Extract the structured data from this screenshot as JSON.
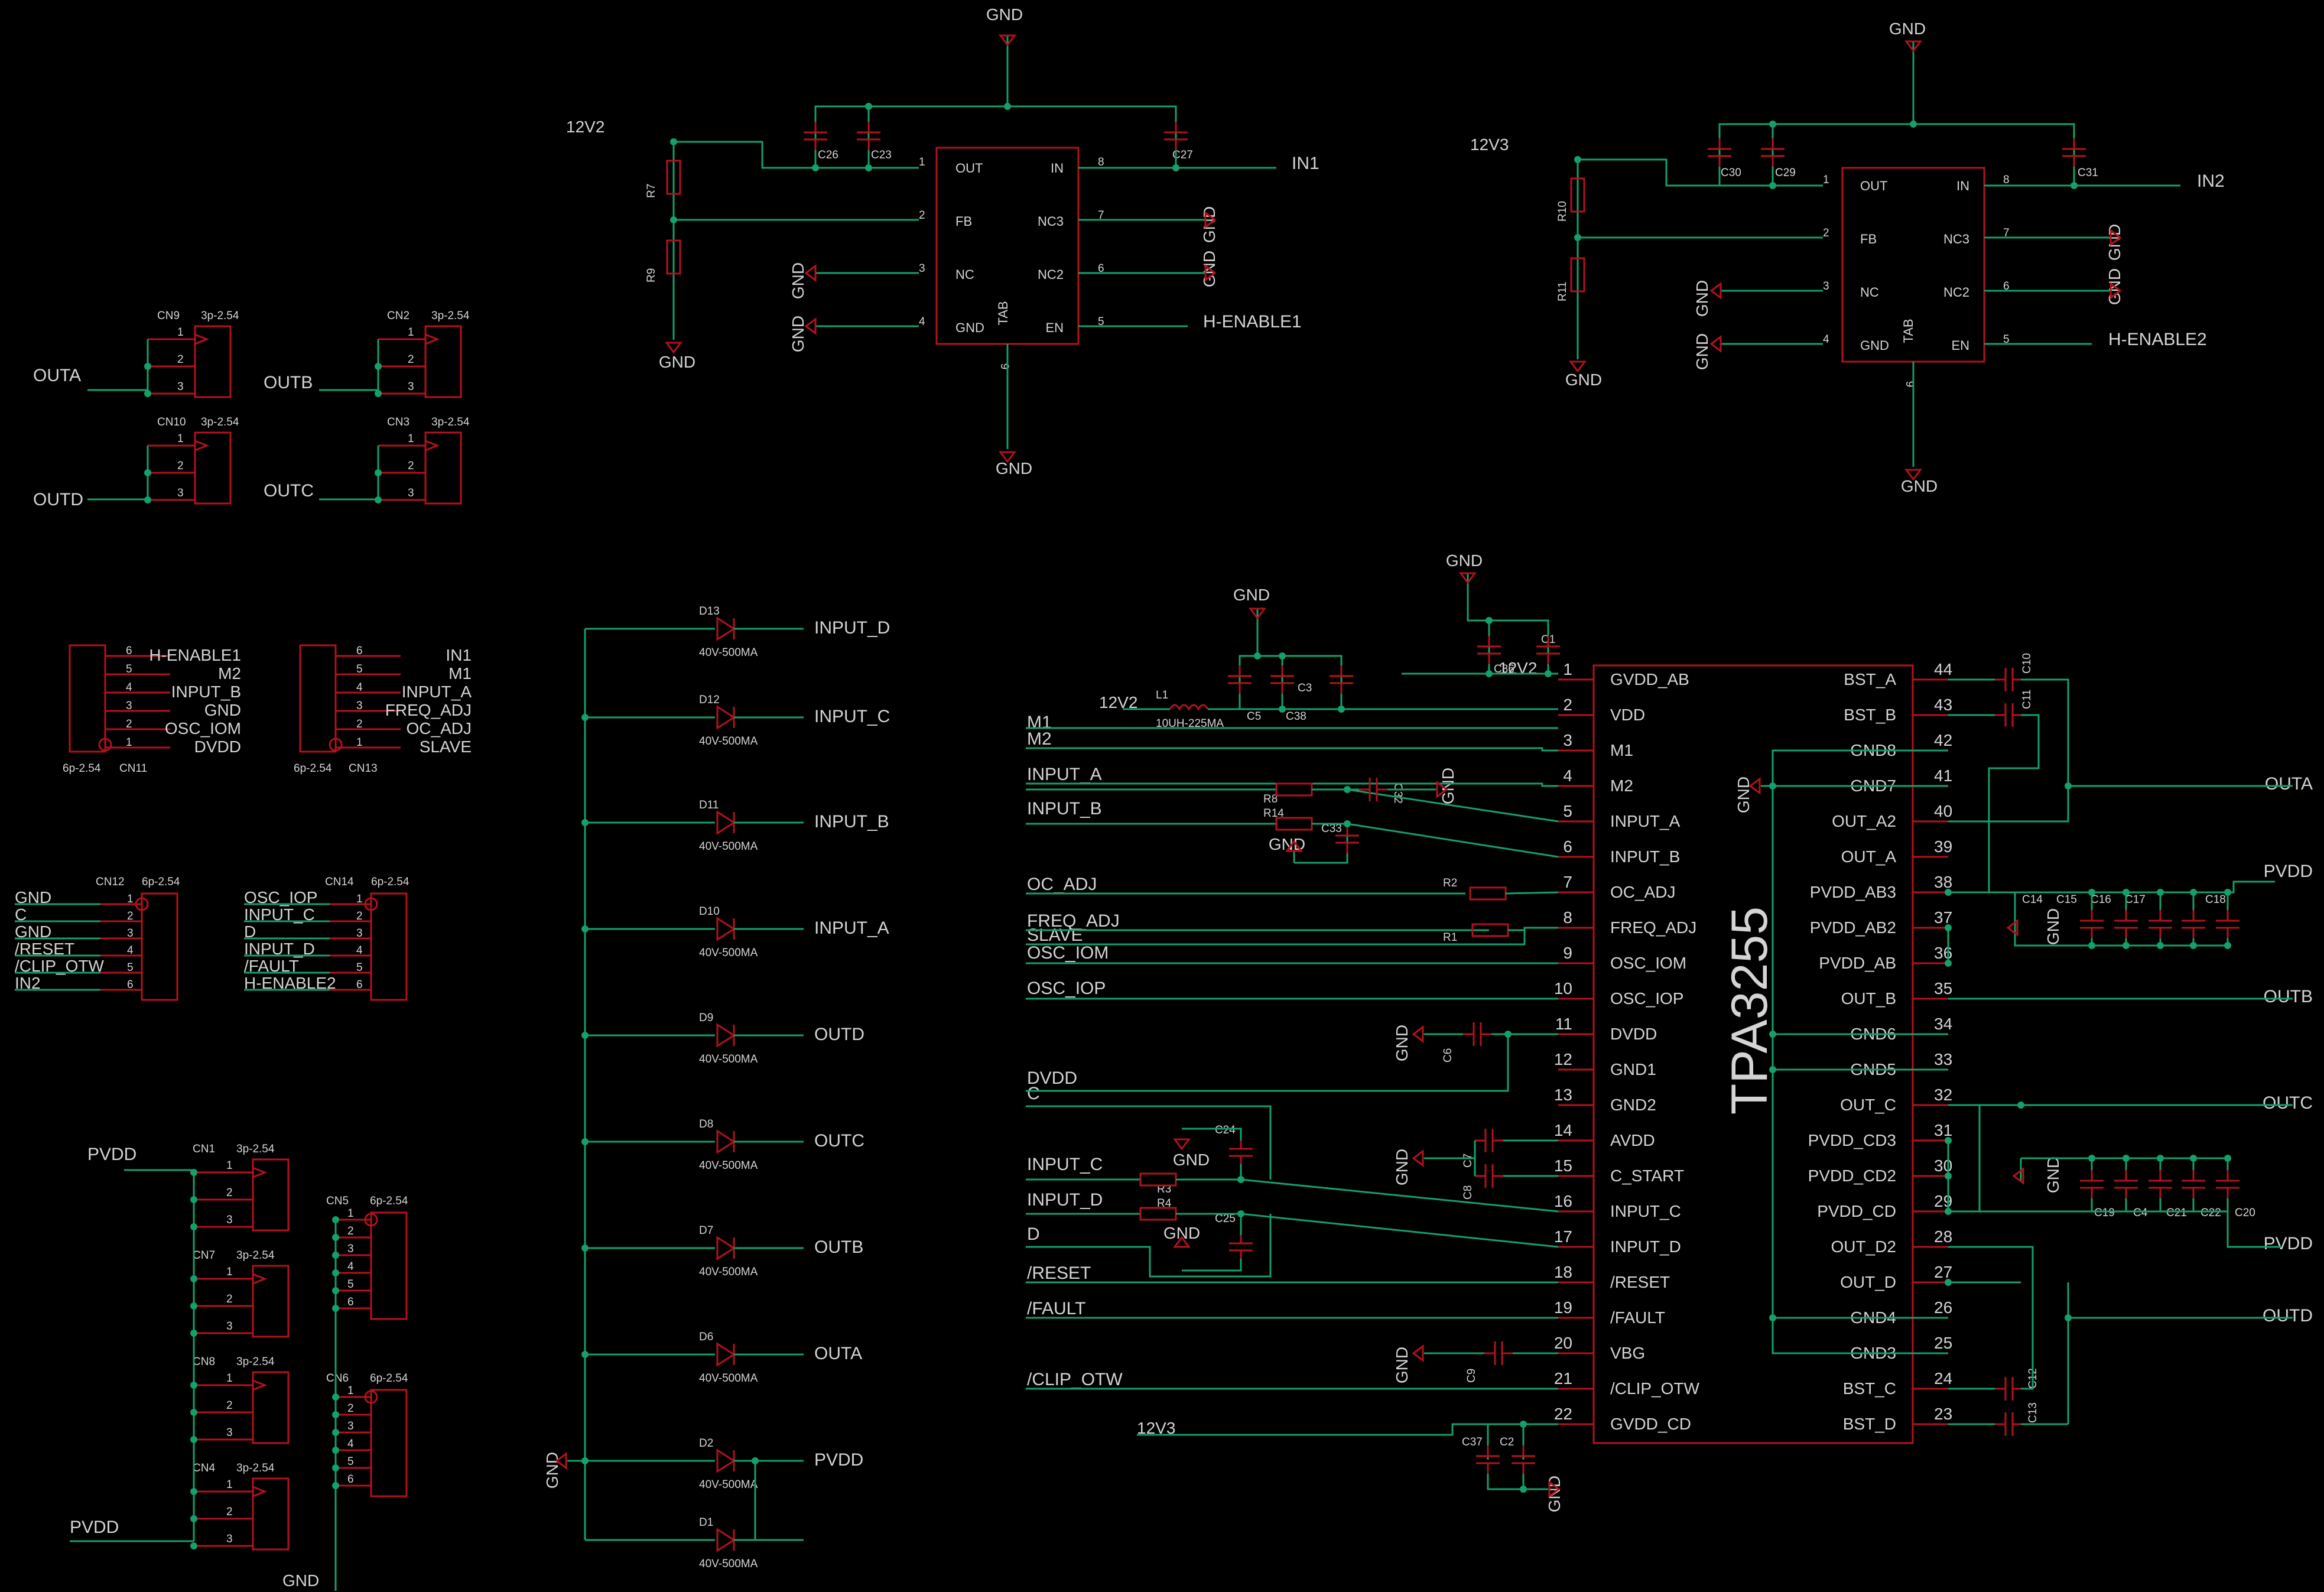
{
  "schematic": {
    "u_reg1": {
      "pins_left": [
        {
          "num": "1",
          "name": "OUT"
        },
        {
          "num": "2",
          "name": "FB"
        },
        {
          "num": "3",
          "name": "NC"
        },
        {
          "num": "4",
          "name": "GND"
        }
      ],
      "pins_right": [
        {
          "num": "8",
          "name": "IN"
        },
        {
          "num": "7",
          "name": "NC3"
        },
        {
          "num": "6",
          "name": "NC2"
        },
        {
          "num": "5",
          "name": "EN"
        }
      ],
      "bottom_pin": "9",
      "tab": "TAB",
      "nets": {
        "supply": "12V2",
        "in": "IN1",
        "en": "H-ENABLE1"
      },
      "resistors": [
        "R7",
        "R9"
      ],
      "caps": [
        "C26",
        "C23",
        "C27"
      ]
    },
    "u_reg2": {
      "pins_left": [
        {
          "num": "1",
          "name": "OUT"
        },
        {
          "num": "2",
          "name": "FB"
        },
        {
          "num": "3",
          "name": "NC"
        },
        {
          "num": "4",
          "name": "GND"
        }
      ],
      "pins_right": [
        {
          "num": "8",
          "name": "IN"
        },
        {
          "num": "7",
          "name": "NC3"
        },
        {
          "num": "6",
          "name": "NC2"
        },
        {
          "num": "5",
          "name": "EN"
        }
      ],
      "bottom_pin": "9",
      "tab": "TAB",
      "nets": {
        "supply": "12V3",
        "in": "IN2",
        "en": "H-ENABLE2"
      },
      "resistors": [
        "R10",
        "R11"
      ],
      "caps": [
        "C30",
        "C29",
        "C31"
      ]
    },
    "gnd_label": "GND",
    "conn3": [
      {
        "ref": "CN9",
        "pkg": "3p-2.54",
        "net": "OUTA"
      },
      {
        "ref": "CN2",
        "pkg": "3p-2.54",
        "net": "OUTB"
      },
      {
        "ref": "CN10",
        "pkg": "3p-2.54",
        "net": "OUTD"
      },
      {
        "ref": "CN3",
        "pkg": "3p-2.54",
        "net": "OUTC"
      }
    ],
    "pin_nums3": [
      "1",
      "2",
      "3"
    ],
    "cn11": {
      "ref": "CN11",
      "pkg": "6p-2.54",
      "pins": [
        {
          "num": "6",
          "net": "H-ENABLE1"
        },
        {
          "num": "5",
          "net": "M2"
        },
        {
          "num": "4",
          "net": "INPUT_B"
        },
        {
          "num": "3",
          "net": "GND"
        },
        {
          "num": "2",
          "net": "OSC_IOM"
        },
        {
          "num": "1",
          "net": "DVDD"
        }
      ]
    },
    "cn13": {
      "ref": "CN13",
      "pkg": "6p-2.54",
      "pins": [
        {
          "num": "6",
          "net": "IN1"
        },
        {
          "num": "5",
          "net": "M1"
        },
        {
          "num": "4",
          "net": "INPUT_A"
        },
        {
          "num": "3",
          "net": "FREQ_ADJ"
        },
        {
          "num": "2",
          "net": "OC_ADJ"
        },
        {
          "num": "1",
          "net": "SLAVE"
        }
      ]
    },
    "cn12": {
      "ref": "CN12",
      "pkg": "6p-2.54",
      "pins": [
        {
          "num": "1",
          "net": "GND"
        },
        {
          "num": "2",
          "net": "C"
        },
        {
          "num": "3",
          "net": "GND"
        },
        {
          "num": "4",
          "net": "/RESET"
        },
        {
          "num": "5",
          "net": "/CLIP_OTW"
        },
        {
          "num": "6",
          "net": "IN2"
        }
      ]
    },
    "cn14": {
      "ref": "CN14",
      "pkg": "6p-2.54",
      "pins": [
        {
          "num": "1",
          "net": "OSC_IOP"
        },
        {
          "num": "2",
          "net": "INPUT_C"
        },
        {
          "num": "3",
          "net": "D"
        },
        {
          "num": "4",
          "net": "INPUT_D"
        },
        {
          "num": "5",
          "net": "/FAULT"
        },
        {
          "num": "6",
          "net": "H-ENABLE2"
        }
      ]
    },
    "pwr_conns": [
      {
        "ref": "CN1",
        "pkg": "3p-2.54"
      },
      {
        "ref": "CN7",
        "pkg": "3p-2.54"
      },
      {
        "ref": "CN8",
        "pkg": "3p-2.54"
      },
      {
        "ref": "CN4",
        "pkg": "3p-2.54"
      }
    ],
    "pwr_conns6": [
      {
        "ref": "CN5",
        "pkg": "6p-2.54"
      },
      {
        "ref": "CN6",
        "pkg": "6p-2.54"
      }
    ],
    "pin_nums6": [
      "1",
      "2",
      "3",
      "4",
      "5",
      "6"
    ],
    "pvdd": "PVDD",
    "diodes": [
      {
        "ref": "D13",
        "net": "INPUT_D"
      },
      {
        "ref": "D12",
        "net": "INPUT_C"
      },
      {
        "ref": "D11",
        "net": "INPUT_B"
      },
      {
        "ref": "D10",
        "net": "INPUT_A"
      },
      {
        "ref": "D9",
        "net": "OUTD"
      },
      {
        "ref": "D8",
        "net": "OUTC"
      },
      {
        "ref": "D7",
        "net": "OUTB"
      },
      {
        "ref": "D6",
        "net": "OUTA"
      },
      {
        "ref": "D2",
        "net": "PVDD"
      },
      {
        "ref": "D1",
        "net": ""
      }
    ],
    "diode_value": "40V-500MA",
    "ic": {
      "name": "TPA3255",
      "left_pins": [
        {
          "num": "1",
          "name": "GVDD_AB"
        },
        {
          "num": "2",
          "name": "VDD"
        },
        {
          "num": "3",
          "name": "M1"
        },
        {
          "num": "4",
          "name": "M2"
        },
        {
          "num": "5",
          "name": "INPUT_A"
        },
        {
          "num": "6",
          "name": "INPUT_B"
        },
        {
          "num": "7",
          "name": "OC_ADJ"
        },
        {
          "num": "8",
          "name": "FREQ_ADJ"
        },
        {
          "num": "9",
          "name": "OSC_IOM"
        },
        {
          "num": "10",
          "name": "OSC_IOP"
        },
        {
          "num": "11",
          "name": "DVDD"
        },
        {
          "num": "12",
          "name": "GND1"
        },
        {
          "num": "13",
          "name": "GND2"
        },
        {
          "num": "14",
          "name": "AVDD"
        },
        {
          "num": "15",
          "name": "C_START"
        },
        {
          "num": "16",
          "name": "INPUT_C"
        },
        {
          "num": "17",
          "name": "INPUT_D"
        },
        {
          "num": "18",
          "name": "/RESET"
        },
        {
          "num": "19",
          "name": "/FAULT"
        },
        {
          "num": "20",
          "name": "VBG"
        },
        {
          "num": "21",
          "name": "/CLIP_OTW"
        },
        {
          "num": "22",
          "name": "GVDD_CD"
        }
      ],
      "right_pins": [
        {
          "num": "44",
          "name": "BST_A"
        },
        {
          "num": "43",
          "name": "BST_B"
        },
        {
          "num": "42",
          "name": "GND8"
        },
        {
          "num": "41",
          "name": "GND7"
        },
        {
          "num": "40",
          "name": "OUT_A2"
        },
        {
          "num": "39",
          "name": "OUT_A"
        },
        {
          "num": "38",
          "name": "PVDD_AB3"
        },
        {
          "num": "37",
          "name": "PVDD_AB2"
        },
        {
          "num": "36",
          "name": "PVDD_AB"
        },
        {
          "num": "35",
          "name": "OUT_B"
        },
        {
          "num": "34",
          "name": "GND6"
        },
        {
          "num": "33",
          "name": "GND5"
        },
        {
          "num": "32",
          "name": "OUT_C"
        },
        {
          "num": "31",
          "name": "PVDD_CD3"
        },
        {
          "num": "30",
          "name": "PVDD_CD2"
        },
        {
          "num": "29",
          "name": "PVDD_CD"
        },
        {
          "num": "28",
          "name": "OUT_D2"
        },
        {
          "num": "27",
          "name": "OUT_D"
        },
        {
          "num": "26",
          "name": "GND4"
        },
        {
          "num": "25",
          "name": "GND3"
        },
        {
          "num": "24",
          "name": "BST_C"
        },
        {
          "num": "23",
          "name": "BST_D"
        }
      ]
    },
    "left_nets": [
      {
        "name": "M1"
      },
      {
        "name": "M2"
      },
      {
        "name": "INPUT_A"
      },
      {
        "name": "INPUT_B"
      },
      {
        "name": "OC_ADJ"
      },
      {
        "name": "FREQ_ADJ"
      },
      {
        "name": "SLAVE"
      },
      {
        "name": "OSC_IOM"
      },
      {
        "name": "OSC_IOP"
      },
      {
        "name": "DVDD"
      },
      {
        "name": "C"
      },
      {
        "name": "INPUT_C"
      },
      {
        "name": "INPUT_D"
      },
      {
        "name": "D"
      },
      {
        "name": "/RESET"
      },
      {
        "name": "/FAULT"
      },
      {
        "name": "/CLIP_OTW"
      }
    ],
    "right_nets": [
      "OUTA",
      "PVDD",
      "OUTB",
      "OUTC",
      "PVDD",
      "OUTD"
    ],
    "supplies": {
      "v12v2": "12V2",
      "v12v3": "12V3"
    },
    "inductor": {
      "ref": "L1",
      "value": "10UH-225MA"
    },
    "parts": {
      "C5": "C5",
      "C3": "C3",
      "C38": "C38",
      "C36": "C36",
      "C1": "C1",
      "C32": "C32",
      "C33": "C33",
      "R8": "R8",
      "R14": "R14",
      "R2": "R2",
      "R1": "R1",
      "C6": "C6",
      "C7": "C7",
      "C8": "C8",
      "C24": "C24",
      "C25": "C25",
      "R3": "R3",
      "R4": "R4",
      "C9": "C9",
      "C37": "C37",
      "C2": "C2",
      "C10": "C10",
      "C11": "C11",
      "C12": "C12",
      "C13": "C13",
      "C14": "C14",
      "C15": "C15",
      "C16": "C16",
      "C17": "C17",
      "C18": "C18",
      "C19": "C19",
      "C4": "C4",
      "C21": "C21",
      "C22": "C22",
      "C20": "C20"
    }
  }
}
